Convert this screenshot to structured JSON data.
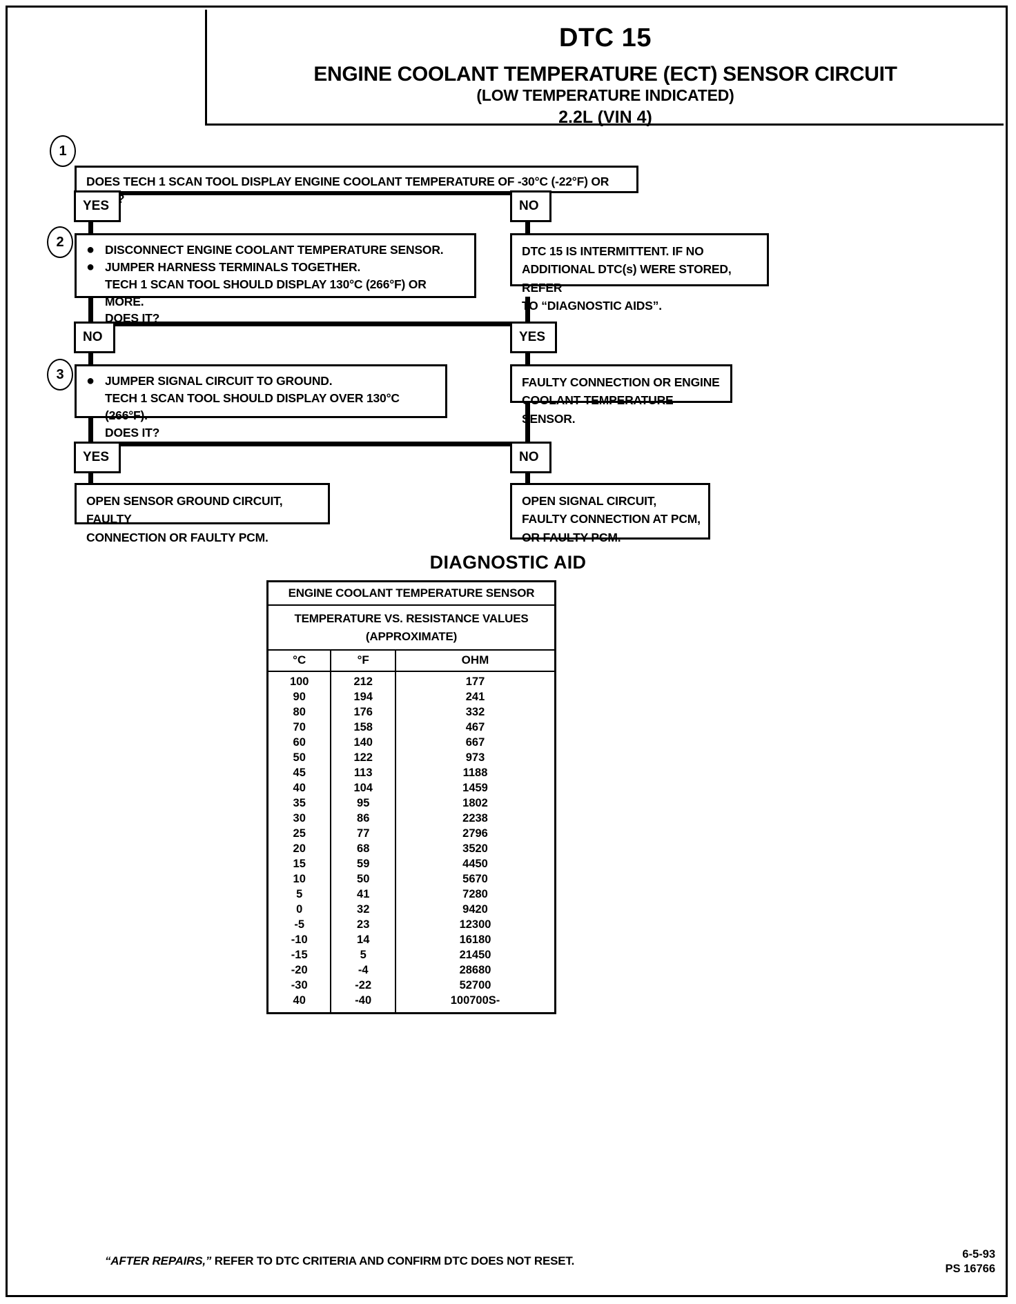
{
  "header": {
    "dtc": "DTC 15",
    "title": "ENGINE COOLANT TEMPERATURE (ECT) SENSOR CIRCUIT",
    "subtitle": "(LOW TEMPERATURE INDICATED)",
    "engine": "2.2L  (VIN 4)"
  },
  "flow": {
    "step1": {
      "number": "1",
      "text": "DOES TECH 1 SCAN TOOL DISPLAY ENGINE COOLANT TEMPERATURE OF -30°C (-22°F) OR LESS?"
    },
    "step1_yes": "YES",
    "step1_no": "NO",
    "step2": {
      "number": "2",
      "bullet1": "DISCONNECT ENGINE COOLANT TEMPERATURE SENSOR.",
      "bullet2": "JUMPER HARNESS TERMINALS TOGETHER.",
      "line3": "TECH 1 SCAN TOOL SHOULD DISPLAY 130°C (266°F) OR MORE.",
      "line4": "DOES IT?"
    },
    "intermittent": {
      "line1": "DTC 15 IS INTERMITTENT.  IF NO",
      "line2": "ADDITIONAL DTC(s) WERE STORED, REFER",
      "line3": "TO “DIAGNOSTIC AIDS”."
    },
    "step2_no": "NO",
    "step2_yes": "YES",
    "step3": {
      "number": "3",
      "bullet1": "JUMPER SIGNAL CIRCUIT TO GROUND.",
      "line2": "TECH 1 SCAN TOOL SHOULD DISPLAY OVER 130°C (266°F).",
      "line3": "DOES IT?"
    },
    "faulty_conn": {
      "line1": "FAULTY CONNECTION OR ENGINE",
      "line2": "COOLANT TEMPERATURE SENSOR."
    },
    "step3_yes": "YES",
    "step3_no": "NO",
    "open_ground": {
      "line1": "OPEN SENSOR GROUND CIRCUIT, FAULTY",
      "line2": "CONNECTION OR FAULTY PCM."
    },
    "open_signal": {
      "line1": "OPEN SIGNAL CIRCUIT,",
      "line2": "FAULTY CONNECTION AT PCM,",
      "line3": "OR FAULTY PCM."
    }
  },
  "diagnostic_aid": {
    "heading": "DIAGNOSTIC AID",
    "table_title": "ENGINE COOLANT TEMPERATURE SENSOR",
    "table_subtitle_1": "TEMPERATURE VS. RESISTANCE VALUES",
    "table_subtitle_2": "(APPROXIMATE)",
    "columns": [
      "°C",
      "°F",
      "OHM"
    ],
    "rows": [
      [
        "100",
        "212",
        "177"
      ],
      [
        "90",
        "194",
        "241"
      ],
      [
        "80",
        "176",
        "332"
      ],
      [
        "70",
        "158",
        "467"
      ],
      [
        "60",
        "140",
        "667"
      ],
      [
        "50",
        "122",
        "973"
      ],
      [
        "45",
        "113",
        "1188"
      ],
      [
        "40",
        "104",
        "1459"
      ],
      [
        "35",
        "95",
        "1802"
      ],
      [
        "30",
        "86",
        "2238"
      ],
      [
        "25",
        "77",
        "2796"
      ],
      [
        "20",
        "68",
        "3520"
      ],
      [
        "15",
        "59",
        "4450"
      ],
      [
        "10",
        "50",
        "5670"
      ],
      [
        "5",
        "41",
        "7280"
      ],
      [
        "0",
        "32",
        "9420"
      ],
      [
        "-5",
        "23",
        "12300"
      ],
      [
        "-10",
        "14",
        "16180"
      ],
      [
        "-15",
        "5",
        "21450"
      ],
      [
        "-20",
        "-4",
        "28680"
      ],
      [
        "-30",
        "-22",
        "52700"
      ],
      [
        "40",
        "-40",
        "100700S-"
      ]
    ]
  },
  "footer": {
    "note_italic": "“AFTER REPAIRS,”",
    "note_rest": " REFER TO DTC CRITERIA  AND CONFIRM DTC DOES NOT RESET.",
    "date": "6-5-93",
    "code": "PS 16766"
  }
}
